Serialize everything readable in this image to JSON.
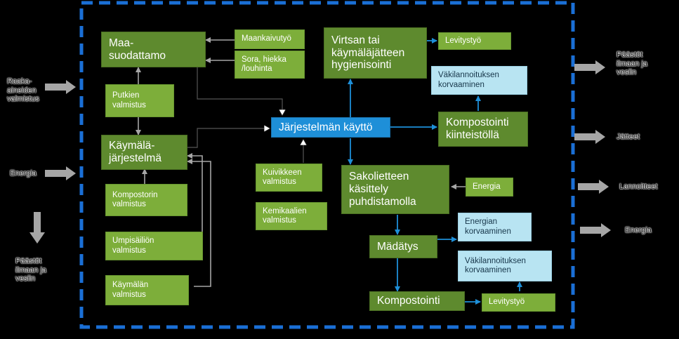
{
  "boxes": {
    "maasuodattamo": "Maa-\nsuodattamo",
    "maankaivutyo": "Maankaivutyö",
    "sora": "Sora, hiekka\n/louhinta",
    "putkien": "Putkien\nvalmistus",
    "kaymalajarjestelma": "Käymälä-\njärjestelmä",
    "kompostorin": "Kompostorin\nvalmistus",
    "umpisailion": "Umpisäiliön\nvalmistus",
    "kaymalan": "Käymälän\nvalmistus",
    "virtsan": "Virtsan tai\nkäymäläjätteen\nhygienisointi",
    "levitystyo1": "Levitystyö",
    "vakilannoitus1": "Väkilannoituksen\nkorvaaminen",
    "jarjestelman": "Järjestelmän käyttö",
    "kompostointi_kiint": "Kompostointi\nkiinteistöllä",
    "kuivikkeen": "Kuivikkeen\nvalmistus",
    "kemikaalien": "Kemikaalien\nvalmistus",
    "sakolietteen": "Sakolietteen\nkäsittely\npuhdistamolla",
    "energia": "Energia",
    "energian": "Energian\nkorvaaminen",
    "madatys": "Mädätys",
    "vakilannoitus2": "Väkilannoituksen\nkorvaaminen",
    "kompostointi": "Kompostointi",
    "levitystyo2": "Levitystyö"
  },
  "external": {
    "raaka": "Raaka-\naineiden\nvalmistus",
    "energia_in": "Energia",
    "paastot_left": "Päästöt\nilmaan ja\nvesiin",
    "paastot_right": "Päästöt\nilmaan ja\nvesiin",
    "jatteet": "Jätteet",
    "lannoitteet": "Lannoitteet",
    "energia_out": "Energia"
  },
  "colors": {
    "dark_green": "#5e8a2e",
    "light_green": "#7dae3a",
    "light_cyan": "#b8e4f2",
    "blue": "#1e8fd8",
    "boundary_dash": "#1a6fd6",
    "arrow_gray": "#a6a6a6"
  }
}
